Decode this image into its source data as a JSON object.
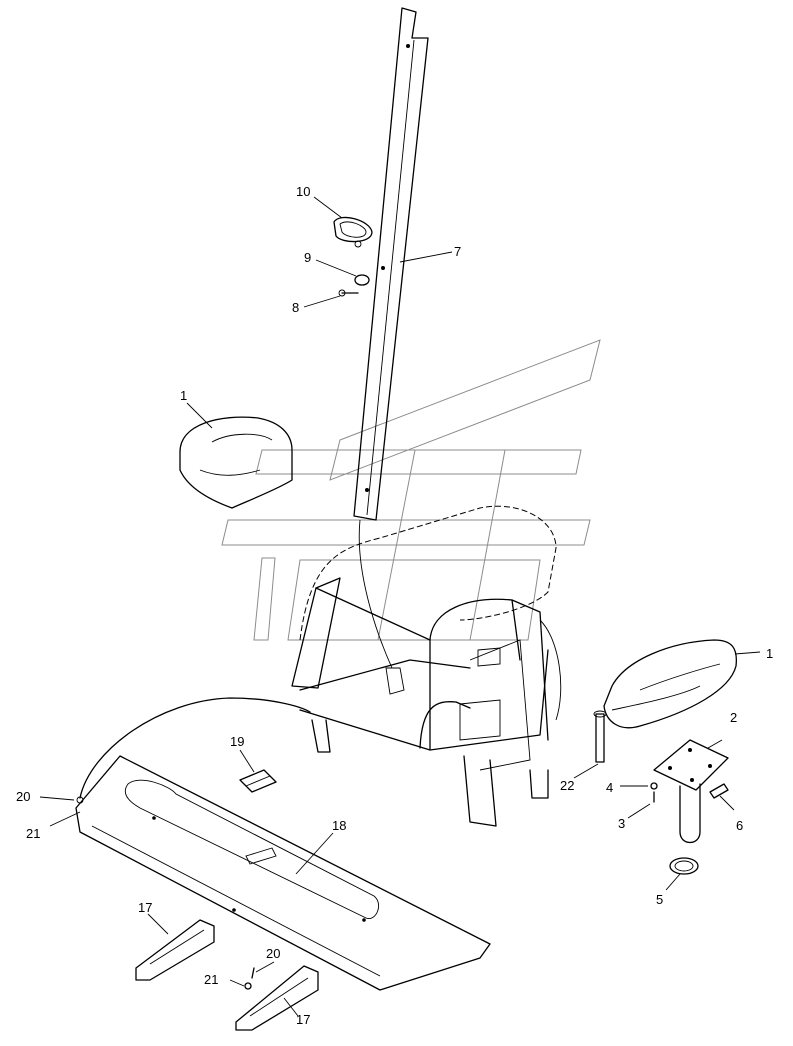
{
  "callouts": [
    {
      "text": "10"
    },
    {
      "text": "9"
    },
    {
      "text": "8"
    },
    {
      "text": "7"
    },
    {
      "text": "1"
    },
    {
      "text": "1"
    },
    {
      "text": "2"
    },
    {
      "text": "4"
    },
    {
      "text": "3"
    },
    {
      "text": "6"
    },
    {
      "text": "5"
    },
    {
      "text": "22"
    },
    {
      "text": "19"
    },
    {
      "text": "20"
    },
    {
      "text": "21"
    },
    {
      "text": "18"
    },
    {
      "text": "17"
    },
    {
      "text": "20"
    },
    {
      "text": "21"
    },
    {
      "text": "17"
    }
  ],
  "colors": {
    "line": "#000000",
    "watermark": "#8c8c8c"
  },
  "watermark_icon": "brand-logo-watermark"
}
